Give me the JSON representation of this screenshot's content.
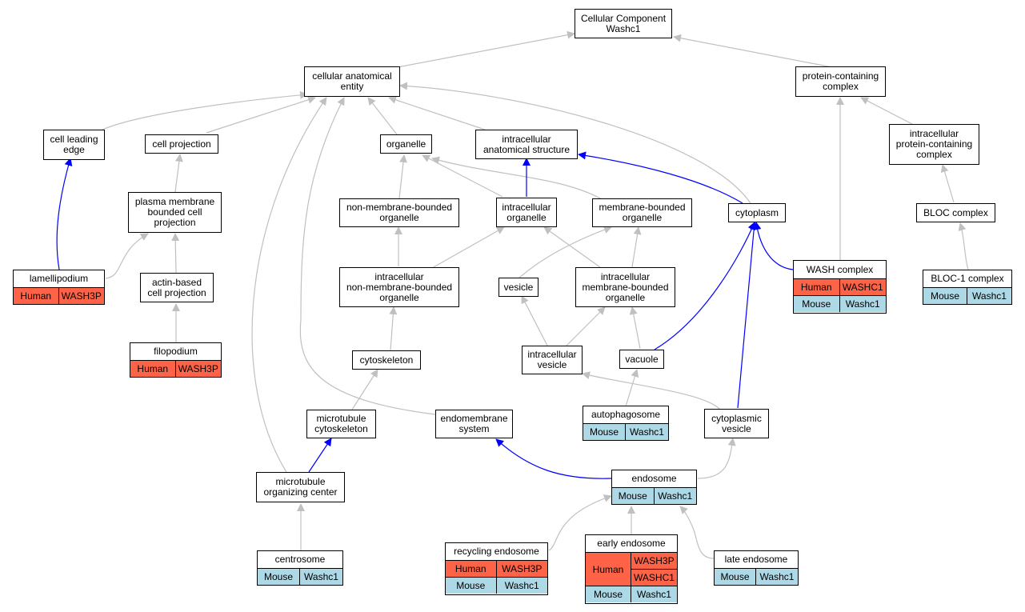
{
  "colors": {
    "gray_edge": "#c0c0c0",
    "blue_edge": "#0000ff",
    "human": "#ff6347",
    "mouse": "#add8e6"
  },
  "nodes": {
    "root": "Cellular Component\nWashc1",
    "cae": "cellular anatomical\nentity",
    "pcc": "protein-containing\ncomplex",
    "cle": "cell leading\nedge",
    "cproj": "cell projection",
    "org": "organelle",
    "ias": "intracellular\nanatomical structure",
    "ipcc": "intracellular\nprotein-containing\ncomplex",
    "pmbcp": "plasma membrane\nbounded cell\nprojection",
    "nmbo": "non-membrane-bounded\norganelle",
    "io": "intracellular\norganelle",
    "mbo": "membrane-bounded\norganelle",
    "cyto": "cytoplasm",
    "bloc": "BLOC complex",
    "lam": "lamellipodium",
    "abcp": "actin-based\ncell projection",
    "inmbo": "intracellular\nnon-membrane-bounded\norganelle",
    "ves": "vesicle",
    "imbo": "intracellular\nmembrane-bounded\norganelle",
    "wash": "WASH complex",
    "bloc1": "BLOC-1 complex",
    "filo": "filopodium",
    "cytosk": "cytoskeleton",
    "iv": "intracellular\nvesicle",
    "vac": "vacuole",
    "mtc": "microtubule\ncytoskeleton",
    "ems": "endomembrane\nsystem",
    "autoph": "autophagosome",
    "cv": "cytoplasmic\nvesicle",
    "endo": "endosome",
    "mtoc": "microtubule\norganizing center",
    "cent": "centrosome",
    "recy": "recycling endosome",
    "early": "early endosome",
    "late": "late endosome"
  },
  "annotations": {
    "lam": [
      {
        "species": "Human",
        "genes": [
          "WASH3P"
        ]
      }
    ],
    "filo": [
      {
        "species": "Human",
        "genes": [
          "WASH3P"
        ]
      }
    ],
    "wash": [
      {
        "species": "Human",
        "genes": [
          "WASHC1"
        ]
      },
      {
        "species": "Mouse",
        "genes": [
          "Washc1"
        ]
      }
    ],
    "bloc1": [
      {
        "species": "Mouse",
        "genes": [
          "Washc1"
        ]
      }
    ],
    "autoph": [
      {
        "species": "Mouse",
        "genes": [
          "Washc1"
        ]
      }
    ],
    "endo": [
      {
        "species": "Mouse",
        "genes": [
          "Washc1"
        ]
      }
    ],
    "cent": [
      {
        "species": "Mouse",
        "genes": [
          "Washc1"
        ]
      }
    ],
    "recy": [
      {
        "species": "Human",
        "genes": [
          "WASH3P"
        ]
      },
      {
        "species": "Mouse",
        "genes": [
          "Washc1"
        ]
      }
    ],
    "early": [
      {
        "species": "Human",
        "genes": [
          "WASH3P",
          "WASHC1"
        ]
      },
      {
        "species": "Mouse",
        "genes": [
          "Washc1"
        ]
      }
    ],
    "late": [
      {
        "species": "Mouse",
        "genes": [
          "Washc1"
        ]
      }
    ]
  }
}
